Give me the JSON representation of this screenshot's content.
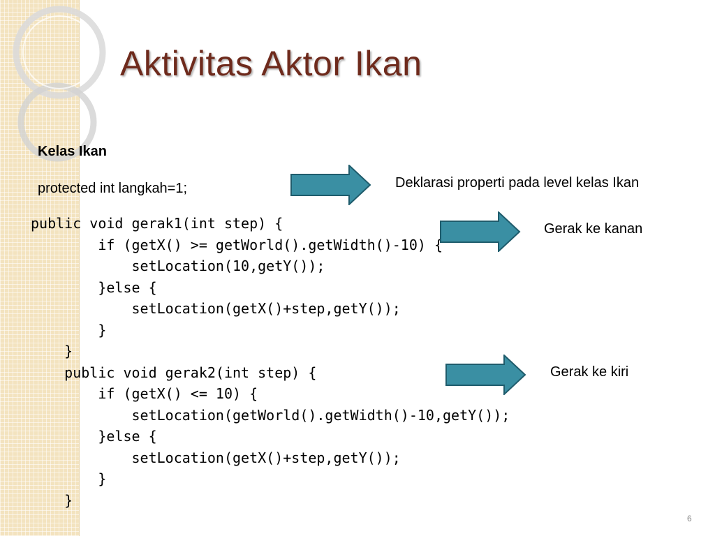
{
  "slide": {
    "title": "Aktivitas Aktor Ikan",
    "class_heading": "Kelas Ikan",
    "property_line": "protected int langkah=1;",
    "code_lines": [
      "public void gerak1(int step) {",
      "        if (getX() >= getWorld().getWidth()-10) {",
      "            setLocation(10,getY());",
      "        }else {",
      "            setLocation(getX()+step,getY());",
      "        }",
      "    }",
      "    public void gerak2(int step) {",
      "        if (getX() <= 10) {",
      "            setLocation(getWorld().getWidth()-10,getY());",
      "        }else {",
      "            setLocation(getX()+step,getY());",
      "        }",
      "    }"
    ],
    "annotations": {
      "property": "Deklarasi properti pada level kelas Ikan",
      "right": "Gerak ke kanan",
      "left": "Gerak ke kiri"
    },
    "slide_number": "6"
  },
  "colors": {
    "title": "#6e2a1c",
    "arrow_fill": "#3a8fa3",
    "arrow_stroke": "#1f5c6c",
    "side_band": "#f3e3bf"
  },
  "icons": {
    "arrow": "right-block-arrow",
    "decor": "ring-circles"
  }
}
